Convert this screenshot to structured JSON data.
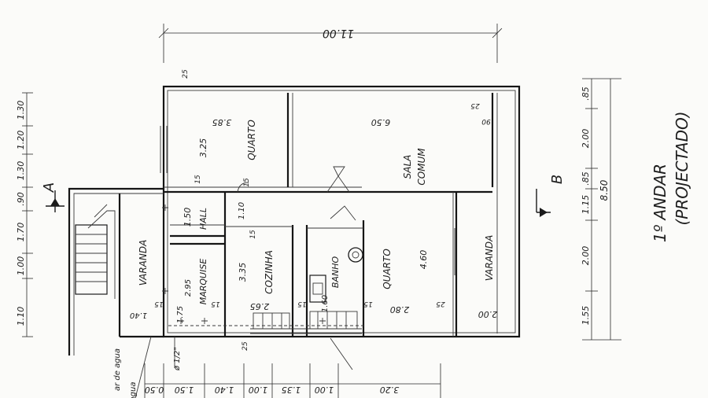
{
  "title": {
    "line1": "1º ANDAR",
    "line2": "(PROJECTADO)"
  },
  "section_markers": {
    "a": "A",
    "b": "B"
  },
  "rooms": {
    "quarto_top": "QUARTO",
    "sala": "SALA",
    "comum": "COMUM",
    "hall": "HALL",
    "varanda_left": "VARANDA",
    "marquise": "MARQUISE",
    "cozinha": "COZINHA",
    "banho": "BANHO",
    "quarto_bottom": "QUARTO",
    "varanda_right": "VARANDA"
  },
  "room_dims": {
    "quarto_top_w": "3.85",
    "quarto_top_h": "3.25",
    "sala_w": "6.50",
    "hall_w": "1.50",
    "hall_h": "1.10",
    "marquise_w": "2.95",
    "marquise_h": "1.75",
    "cozinha_w": "2.65",
    "cozinha_h": "3.35",
    "banho_w": "1.60",
    "quarto_bottom_w": "2.80",
    "quarto_bottom_h": "4.60",
    "varanda_right_w": "2.00",
    "varanda_left_w": "1.40",
    "small_1_15": "15",
    "small_1_25": "25",
    "small_2_25": "25",
    "small_3_25": "25",
    "small_4_15": "15",
    "small_5_15": "15",
    "small_6_15": "15",
    "small_7_25": "25",
    "small_8_15": "15",
    "small_9_90": "90",
    "small_10_15": "15",
    "small_11_15": "15"
  },
  "top_dimension": "11.00",
  "left_dims": [
    "1.30",
    "1.20",
    "1.30",
    ".90",
    "1.70",
    "1.00",
    "1.10"
  ],
  "right_dims": [
    ".85",
    "2.00",
    ".85",
    "1.15",
    "2.00",
    "1.55"
  ],
  "right_total": "8.50",
  "bottom_dims": [
    "0.50",
    "1.50",
    "1.40",
    "1.00",
    "1.35",
    "1.00",
    "3.20"
  ],
  "pipe_note": "ø 1/2\"",
  "water_note": "ar de agua",
  "agua_note": "agua"
}
